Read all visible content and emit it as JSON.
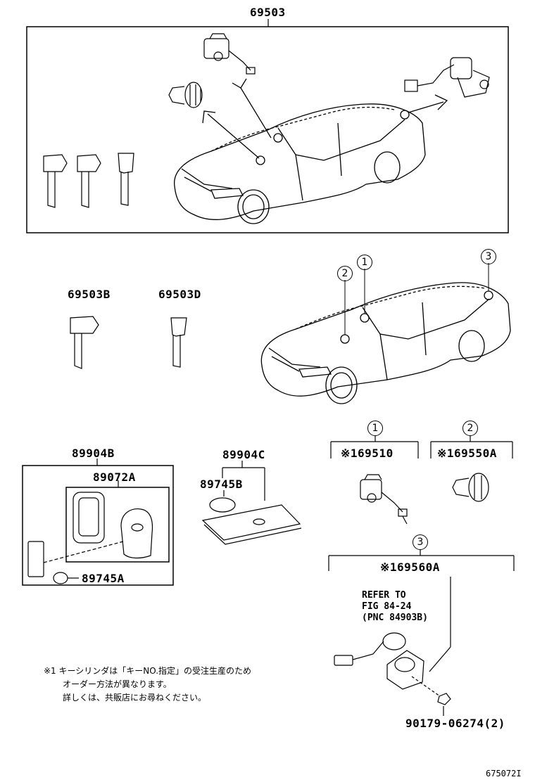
{
  "part_numbers": {
    "main_set": "69503",
    "key_b": "69503B",
    "key_d": "69503D",
    "smart_key_set": "89904B",
    "transmitter": "89072A",
    "battery_a": "89745A",
    "card_key_set": "89904C",
    "battery_b": "89745B",
    "door_cylinder": "※169510",
    "glove_cylinder": "※169550A",
    "trunk_cylinder": "※169560A",
    "screw": "90179-06274(2)"
  },
  "callouts": {
    "one": "1",
    "two": "2",
    "three": "3"
  },
  "refer_note": {
    "line1": "REFER TO",
    "line2": "FIG 84-24",
    "line3": "(PNC 84903B)"
  },
  "footnote": {
    "line1": "※1 キーシリンダは「キーNO.指定」の受注生産のため",
    "line2": "オーダー方法が異なります。",
    "line3": "詳しくは、共販店にお尋ねください。"
  },
  "figure_id": "675072I"
}
